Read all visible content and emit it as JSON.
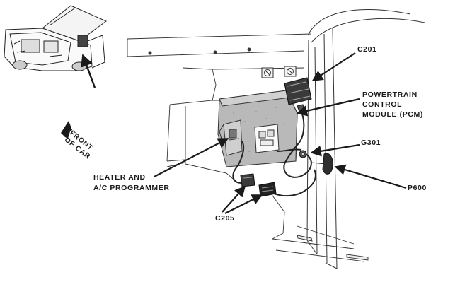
{
  "labels": {
    "c201": "C201",
    "pcm_line1": "POWERTRAIN",
    "pcm_line2": "CONTROL",
    "pcm_line3": "MODULE (PCM)",
    "g301": "G301",
    "p600": "P600",
    "heater_line1": "HEATER AND",
    "heater_line2": "A/C PROGRAMMER",
    "c205": "C205",
    "front_line1": "FRONT",
    "front_line2": "OF CAR"
  }
}
